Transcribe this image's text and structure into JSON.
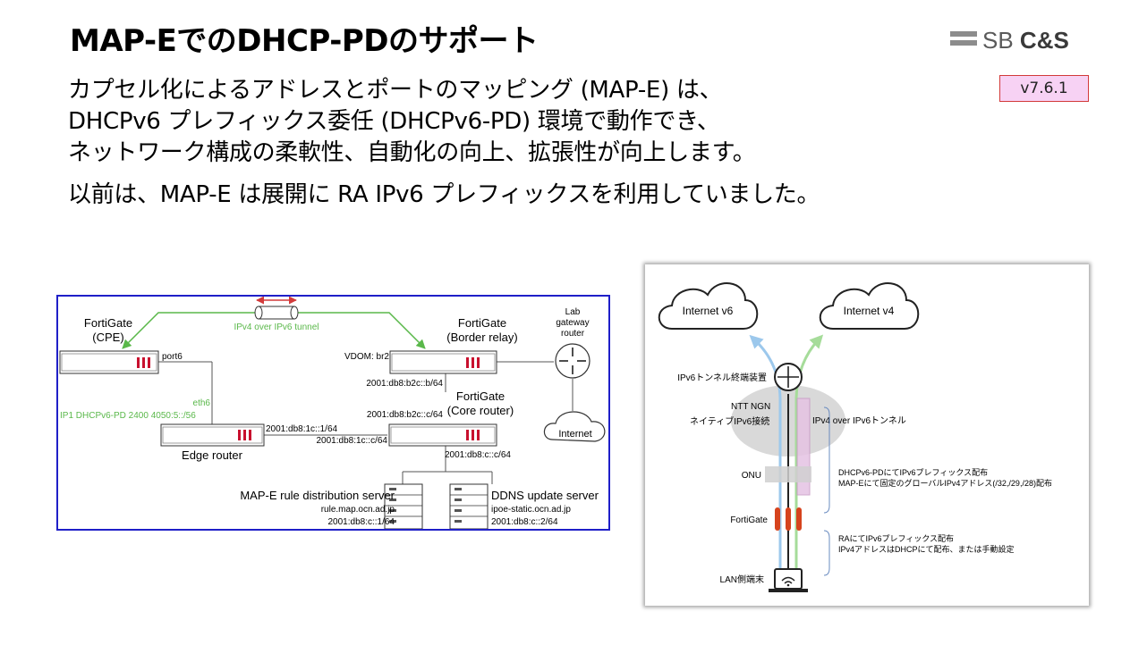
{
  "slide": {
    "title": "MAP-EでのDHCP-PDのサポート",
    "version": "v7.6.1",
    "paragraph1": [
      "カプセル化によるアドレスとポートのマッピング (MAP-E) は、",
      "DHCPv6 プレフィックス委任 (DHCPv6-PD) 環境で動作でき、",
      "ネットワーク構成の柔軟性、自動化の向上、拡張性が向上します。"
    ],
    "paragraph2": "以前は、MAP-E は展開に RA IPv6 プレフィックスを利用していました。"
  },
  "logo": {
    "prefix": "SB ",
    "suffix": "C&S"
  },
  "left_diagram": {
    "fortigate_cpe": [
      "FortiGate",
      "(CPE)"
    ],
    "tunnel_label": "IPv4 over IPv6 tunnel",
    "fortigate_border": [
      "FortiGate",
      "(Border relay)"
    ],
    "lab_router": [
      "Lab",
      "gateway",
      "router"
    ],
    "port6": "port6",
    "vdom": "VDOM: br2",
    "addr_b2c_b": "2001:db8:b2c::b/64",
    "fortigate_core": [
      "FortiGate",
      "(Core router)"
    ],
    "eth6": "eth6",
    "ip1_dhcp": "IP1 DHCPv6-PD 2400 4050:5::/56",
    "addr_b2c_c": "2001:db8:b2c::c/64",
    "internet": "Internet",
    "addr_1c_1": "2001:db8:1c::1/64",
    "addr_1c_c": "2001:db8:1c::c/64",
    "edge_router": "Edge router",
    "addr_c_c": "2001:db8:c::c/64",
    "mape_server": "MAP-E rule distribution server",
    "mape_host": "rule.map.ocn.ad.jp",
    "mape_addr": "2001:db8:c::1/64",
    "ddns_server": "DDNS update server",
    "ddns_host": "ipoe-static.ocn.ad.jp",
    "ddns_addr": "2001:db8:c::2/64"
  },
  "right_diagram": {
    "internet_v6": "Internet v6",
    "internet_v4": "Internet v4",
    "tunnel_device": "IPv6トンネル終端装置",
    "ntt_ngn": "NTT NGN",
    "native_ipv6": "ネイティブIPv6接続",
    "ipv4_over_ipv6": "IPv4 over IPv6トンネル",
    "onu": "ONU",
    "note1": [
      "DHCPv6-PDにてIPv6プレフィックス配布",
      "MAP-Eにて固定のグローバルIPv4アドレス(/32,/29,/28)配布"
    ],
    "fortigate": "FortiGate",
    "note2": [
      "RAにてIPv6プレフィックス配布",
      "IPv4アドレスはDHCPにて配布、または手動設定"
    ],
    "lan_terminal": "LAN側端末"
  },
  "colors": {
    "accent_red": "#d23a3a",
    "version_bg": "#f7d2f4",
    "frame_blue": "#1f1fc8",
    "tunnel_green": "#5ab84a",
    "v6_blue": "#9cc8ec",
    "v4_green": "#a6dc9a"
  }
}
